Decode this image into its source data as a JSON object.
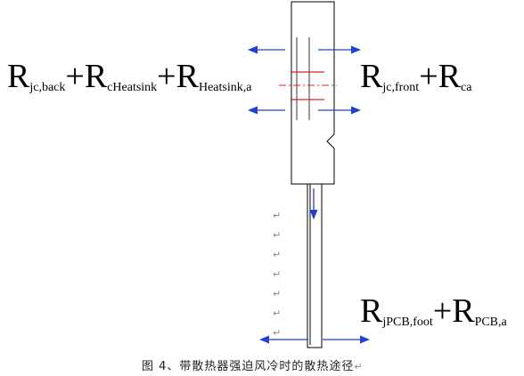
{
  "equations": {
    "left": {
      "parts": [
        {
          "base": "R",
          "sub": "jc,back"
        },
        {
          "op": "+"
        },
        {
          "base": "R",
          "sub": "cHeatsink"
        },
        {
          "op": "+"
        },
        {
          "base": "R",
          "sub": "Heatsink,a"
        }
      ]
    },
    "right": {
      "parts": [
        {
          "base": "R",
          "sub": "jc,front"
        },
        {
          "op": "+"
        },
        {
          "base": "R",
          "sub": "ca"
        }
      ]
    },
    "bottom": {
      "parts": [
        {
          "base": "R",
          "sub": "jPCB,foot"
        },
        {
          "op": "+"
        },
        {
          "base": "R",
          "sub": "PCB,a"
        }
      ]
    }
  },
  "paragraph_mark": "↵",
  "caption": {
    "text": "图 4、带散热器强迫风冷时的散热途径",
    "mark": "↵"
  },
  "colors": {
    "arrow": "#1f3fd6",
    "heat_line": "#e02020",
    "outline": "#000000"
  }
}
